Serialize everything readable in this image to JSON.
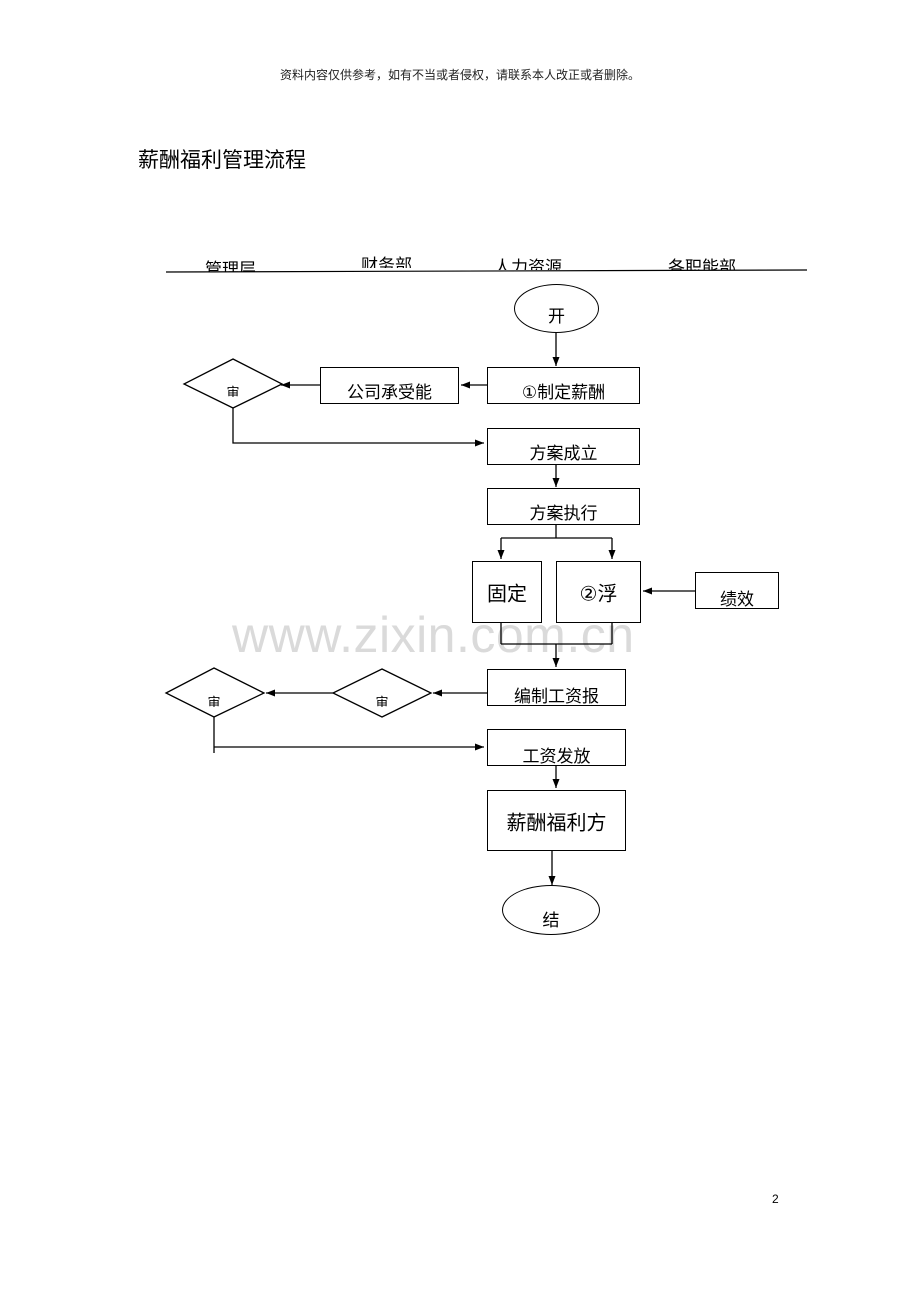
{
  "header_note": "资料内容仅供参考，如有不当或者侵权，请联系本人改正或者删除。",
  "title": "薪酬福利管理流程",
  "page_number": "2",
  "watermark": "www.zixin.com.cn",
  "lanes": [
    "管理层",
    "财务部",
    "人力资源",
    "各职能部"
  ],
  "nodes": {
    "start": "开",
    "formulate": "①制定薪酬",
    "company_review": "公司承受能",
    "approve_diamond_1": "审",
    "scheme_established": "方案成立",
    "scheme_execute": "方案执行",
    "fixed": "固定",
    "floating": "②浮",
    "performance": "绩效",
    "payroll": "编制工资报",
    "approve_diamond_2": "审",
    "approve_diamond_3": "审",
    "salary_payout": "工资发放",
    "welfare": "薪酬福利方",
    "end": "结"
  }
}
